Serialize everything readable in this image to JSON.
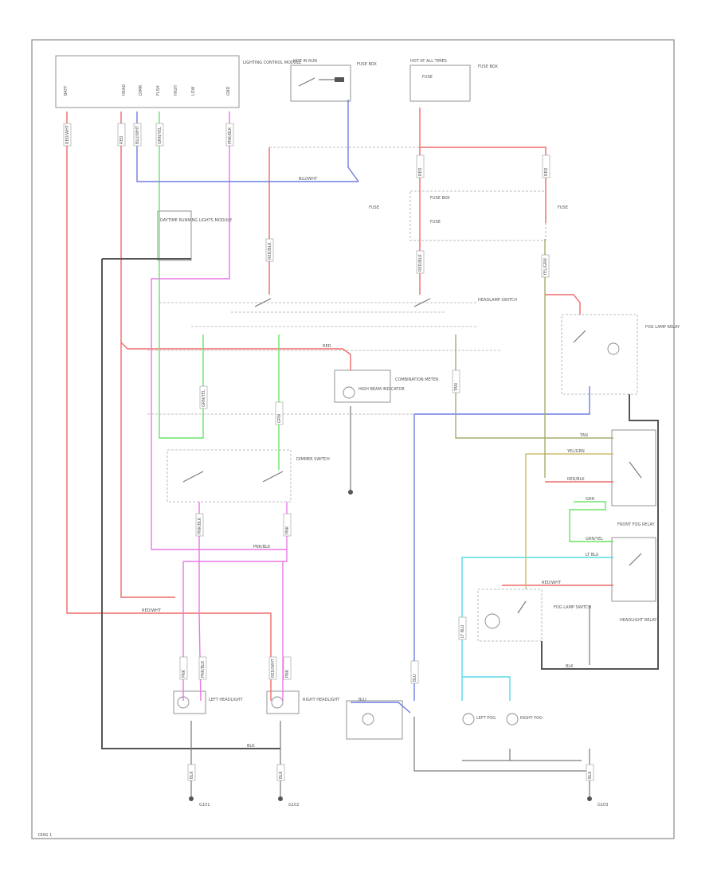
{
  "diagram": {
    "footer_code": "DIAG 1",
    "colors": {
      "red": "#f06a6a",
      "pink": "#e977e9",
      "green": "#69e36a",
      "blue": "#6f7ee0",
      "cyan": "#56dce9",
      "tan": "#cdbd6e",
      "olive": "#a8ab6e",
      "black": "#6e6e6e"
    },
    "components": {
      "lighting_control_module": "LIGHTING CONTROL MODULE",
      "hot_in_run": "HOT IN RUN",
      "hot_at_all_times": "HOT AT ALL TIMES",
      "fuse_box": "FUSE BOX",
      "fuse": "FUSE",
      "daytime_module": "DAYTIME RUNNING LIGHTS MODULE",
      "headlamp_switch": "HEADLAMP SWITCH",
      "dimmer_switch": "DIMMER SWITCH",
      "left_headlight": "LEFT HEADLIGHT",
      "right_headlight": "RIGHT HEADLIGHT",
      "high_beam_indicator": "HIGH BEAM INDICATOR",
      "fog_lamp_relay": "FOG LAMP RELAY",
      "fog_lamp_switch": "FOG LAMP SWITCH",
      "front_fog_relay": "FRONT FOG RELAY",
      "headlight_relay": "HEADLIGHT RELAY",
      "left_fog": "LEFT FOG",
      "right_fog": "RIGHT FOG",
      "combination_meter": "COMBINATION METER",
      "ground_left": "G101",
      "ground_mid": "G102",
      "ground_right": "G103"
    },
    "module_pins": [
      "BATT",
      "HEAD",
      "DIMR",
      "FLSH",
      "HIGH",
      "LOW",
      "GND"
    ],
    "wire_codes": {
      "red1": "RED/WHT",
      "red2": "RED",
      "red3": "RED/BLK",
      "pink1": "PNK/BLK",
      "pink2": "PNK",
      "green1": "GRN/YEL",
      "green2": "GRN",
      "blue1": "BLU/WHT",
      "blue2": "BLU",
      "cyan1": "LT BLU",
      "tan1": "TAN",
      "olive1": "YEL/GRN",
      "black1": "BLK"
    }
  }
}
